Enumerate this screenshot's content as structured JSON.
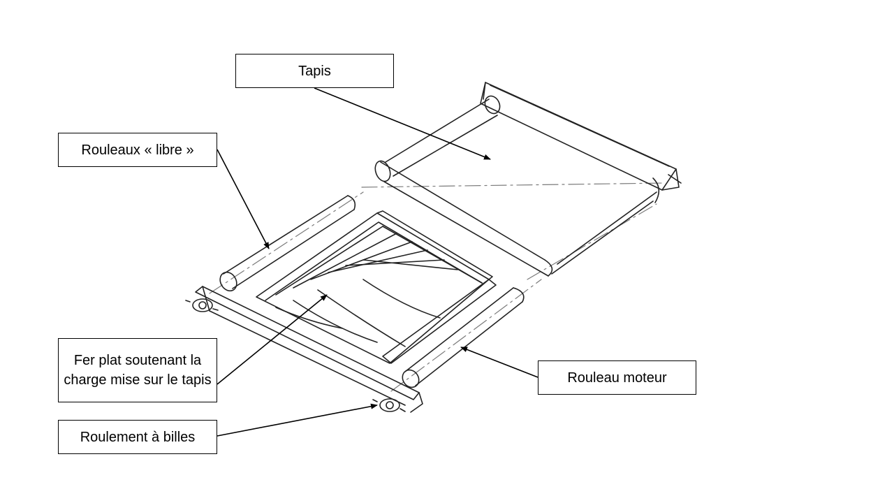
{
  "diagram": {
    "labels": {
      "tapis": "Tapis",
      "rouleaux_libre": "Rouleaux « libre »",
      "fer_plat": "Fer plat soutenant la charge mise sur le tapis",
      "rouleau_moteur": "Rouleau moteur",
      "roulement": "Roulement à billes"
    }
  }
}
